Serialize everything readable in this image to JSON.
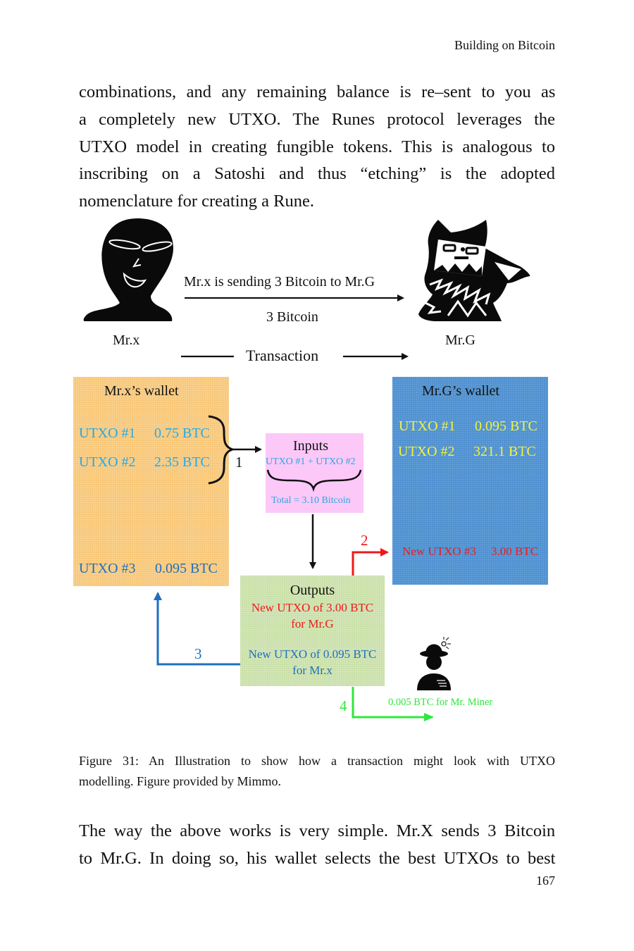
{
  "header": {
    "running_head": "Building on Bitcoin"
  },
  "paragraph_1": {
    "lines": [
      "combinations, and any remaining balance is re–sent to you as",
      "a completely new UTXO. The Runes protocol leverages the",
      "UTXO model in creating fungible tokens. This is analogous to",
      "inscribing on a Satoshi and thus “etching” is the adopted",
      "nomenclature for creating a Rune."
    ]
  },
  "figure": {
    "sender": {
      "name": "Mr.x",
      "icon": "alien-head-icon"
    },
    "receiver": {
      "name": "Mr.G",
      "icon": "monster-creature-icon"
    },
    "send_label_top": "Mr.x is sending 3 Bitcoin to Mr.G",
    "send_label_bottom": "3 Bitcoin",
    "transaction_label": "Transaction",
    "wallet_x": {
      "title": "Mr.x’s wallet",
      "utxos": [
        {
          "id": "UTXO #1",
          "amount": "0.75 BTC"
        },
        {
          "id": "UTXO #2",
          "amount": "2.35 BTC"
        },
        {
          "id": "UTXO #3",
          "amount": "0.095 BTC"
        }
      ],
      "color": "#f8c777"
    },
    "wallet_g": {
      "title": "Mr.G’s wallet",
      "utxos": [
        {
          "id": "UTXO #1",
          "amount": "0.095 BTC"
        },
        {
          "id": "UTXO #2",
          "amount": "321.1 BTC"
        }
      ],
      "new_utxo": {
        "id": "New UTXO #3",
        "amount": "3.00 BTC"
      },
      "color": "#4f8fd0"
    },
    "inputs": {
      "title": "Inputs",
      "formula": "UTXO #1 + UTXO #2",
      "total": "Total = 3.10 Bitcoin",
      "color": "#fbc8f8"
    },
    "outputs": {
      "title": "Outputs",
      "to_receiver_line1": "New UTXO of 3.00 BTC",
      "to_receiver_line2": "for Mr.G",
      "to_sender_line1": "New UTXO of 0.095 BTC",
      "to_sender_line2": "for Mr.x",
      "color": "#c9e0a8"
    },
    "miner": {
      "icon": "miner-with-hat-icon",
      "label": "0.005 BTC for Mr. Miner"
    },
    "steps": [
      "1",
      "2",
      "3",
      "4"
    ],
    "colors": {
      "cyan_text": "#29a9e1",
      "dark_blue_text": "#1f6fc0",
      "yellow_text": "#f3f33a",
      "red": "#f01818",
      "blue_arrow": "#1f6fc0",
      "green": "#2ee83a"
    }
  },
  "caption": {
    "lines": [
      "Figure 31: An Illustration to show how a transaction might look with UTXO",
      "modelling. Figure provided by Mimmo."
    ]
  },
  "paragraph_2": {
    "lines": [
      "The way the above works is very simple. Mr.X sends 3 Bitcoin",
      "to Mr.G. In doing so, his wallet selects the best UTXOs to best"
    ]
  },
  "footer": {
    "page_number": "167"
  }
}
